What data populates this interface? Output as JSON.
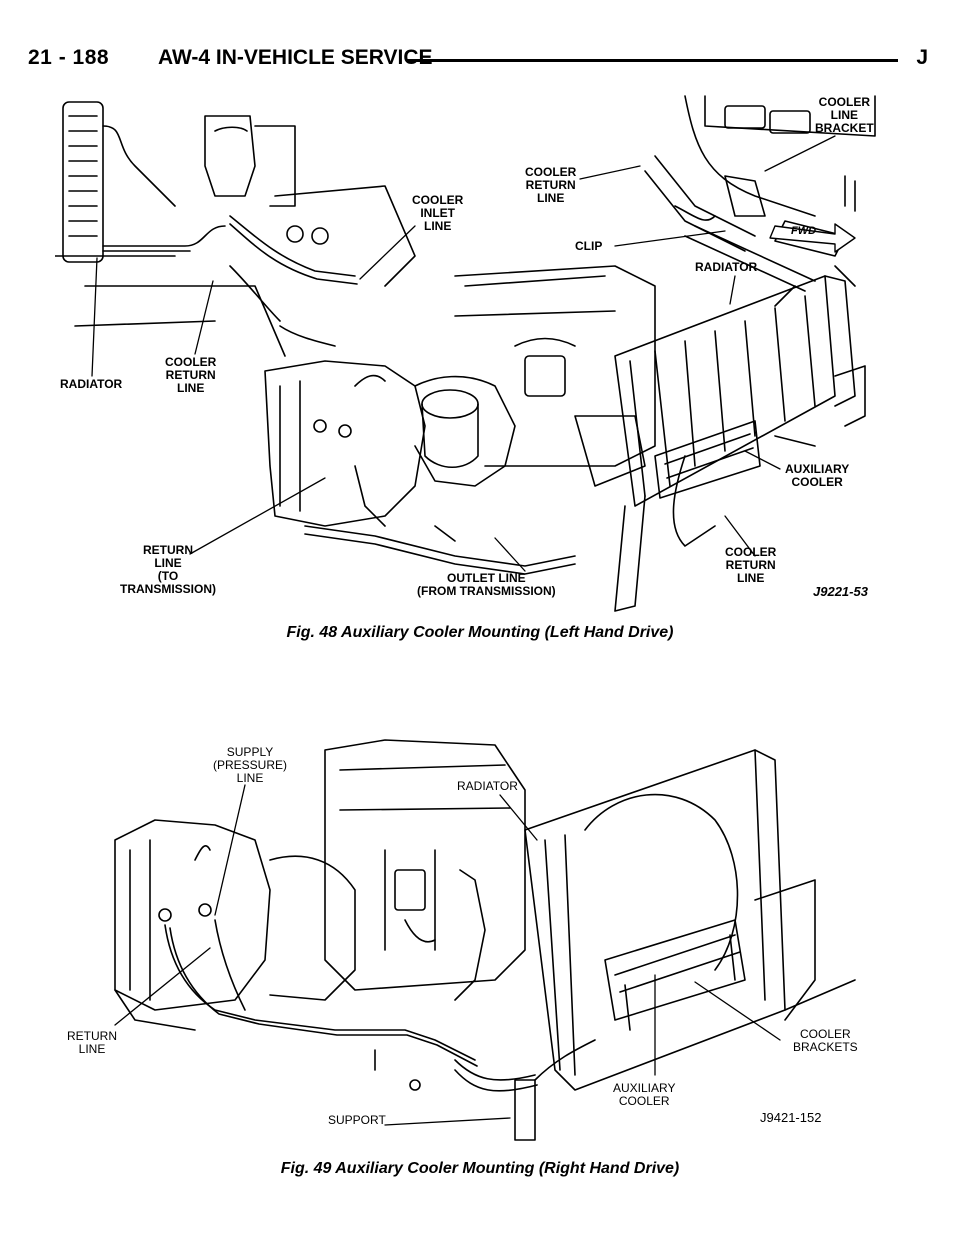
{
  "header": {
    "page_number": "21 - 188",
    "section_title": "AW-4 IN-VEHICLE SERVICE",
    "letter": "J"
  },
  "figure48": {
    "caption": "Fig. 48 Auxiliary Cooler Mounting (Left Hand Drive)",
    "id": "J9221-53",
    "labels": {
      "cooler_line_bracket": "COOLER\nLINE\nBRACKET",
      "cooler_return_line_top": "COOLER\nRETURN\nLINE",
      "cooler_inlet_line": "COOLER\nINLET\nLINE",
      "clip": "CLIP",
      "fwd": "FWD",
      "radiator_right": "RADIATOR",
      "radiator_left": "RADIATOR",
      "cooler_return_line_left": "COOLER\nRETURN\nLINE",
      "auxiliary_cooler": "AUXILIARY\nCOOLER",
      "return_line": "RETURN\nLINE\n(TO\nTRANSMISSION)",
      "outlet_line": "OUTLET LINE\n(FROM TRANSMISSION)",
      "cooler_return_line_bottom": "COOLER\nRETURN\nLINE"
    }
  },
  "figure49": {
    "caption": "Fig. 49 Auxiliary Cooler Mounting (Right Hand Drive)",
    "id": "J9421-152",
    "labels": {
      "supply_line": "SUPPLY\n(PRESSURE)\nLINE",
      "radiator": "RADIATOR",
      "return_line": "RETURN\nLINE",
      "cooler_brackets": "COOLER\nBRACKETS",
      "auxiliary_cooler": "AUXILIARY\nCOOLER",
      "support": "SUPPORT"
    }
  }
}
